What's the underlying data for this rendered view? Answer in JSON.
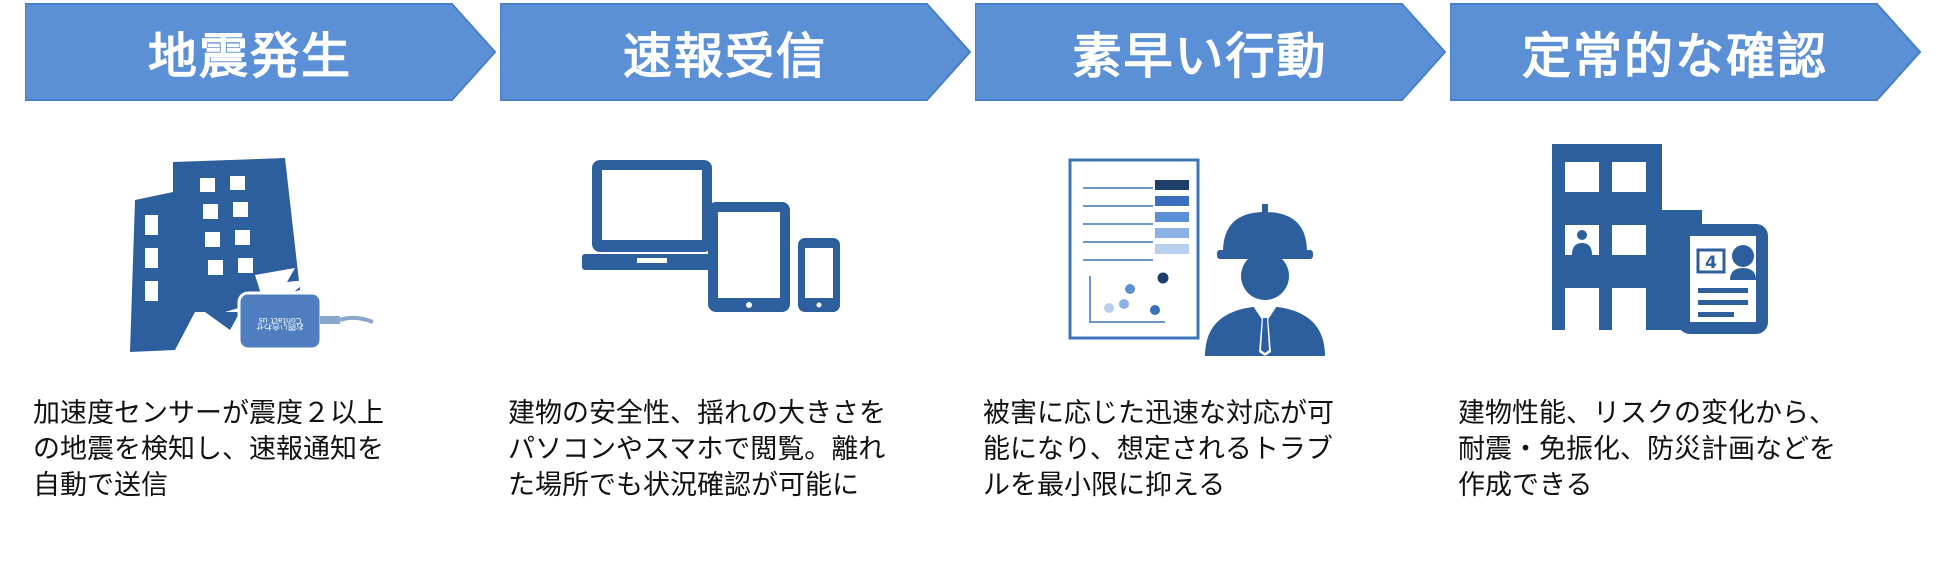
{
  "colors": {
    "chevron": "#5b8fd6",
    "chevron_edge": "#4a7fc5",
    "icon": "#2d5f9e",
    "text": "#111111"
  },
  "steps": [
    {
      "title": "地震発生",
      "description": "加速度センサーが震度２以上\nの地震を検知し、速報通知を\n自動で送信",
      "icon": "collapsing-building-with-sensor-icon",
      "sensor_label_1": "Contact us",
      "sensor_label_2": "お問い合わせ"
    },
    {
      "title": "速報受信",
      "description": "建物の安全性、揺れの大きさを\nパソコンやスマホで閲覧。離れ\nた場所でも状況確認が可能に",
      "icon": "laptop-tablet-phone-icon"
    },
    {
      "title": "素早い行動",
      "description": "被害に応じた迅速な対応が可\n能になり、想定されるトラブ\nルを最小限に抑える",
      "icon": "report-and-worker-icon"
    },
    {
      "title": "定常的な確認",
      "description": "建物性能、リスクの変化から、\n耐震・免振化、防災計画などを\n作成できる",
      "icon": "building-with-consultation-icon",
      "badge_number": "4"
    }
  ]
}
